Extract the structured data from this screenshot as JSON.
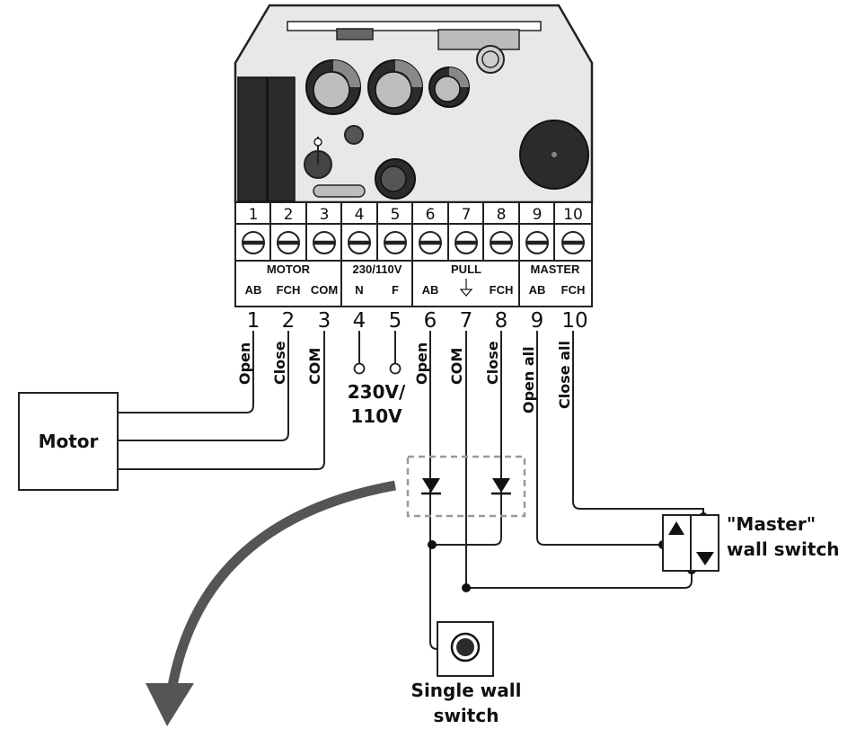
{
  "terminals": [
    "1",
    "2",
    "3",
    "4",
    "5",
    "6",
    "7",
    "8",
    "9",
    "10"
  ],
  "groups": {
    "motor": "MOTOR",
    "power": "230/110V",
    "pull": "PULL",
    "master": "MASTER"
  },
  "sub_labels": {
    "t1": "AB",
    "t2": "FCH",
    "t3": "COM",
    "t4": "N",
    "t5": "F",
    "t6": "AB",
    "t8": "FCH",
    "t9": "AB",
    "t10": "FCH"
  },
  "wires": {
    "t1": "Open",
    "t2": "Close",
    "t3": "COM",
    "t6": "Open",
    "t7": "COM",
    "t8": "Close",
    "t9": "Open all",
    "t10": "Close all"
  },
  "power_label": {
    "line1": "230V/",
    "line2": "110V"
  },
  "motor_label": "Motor",
  "master_switch": {
    "line1": "\"Master\"",
    "line2": "wall switch"
  },
  "single_switch": {
    "line1": "Single wall",
    "line2": "switch"
  },
  "icons": [
    "ground-icon",
    "diode-icon",
    "up-arrow-icon",
    "down-arrow-icon",
    "push-button-icon",
    "curved-arrow-icon"
  ]
}
